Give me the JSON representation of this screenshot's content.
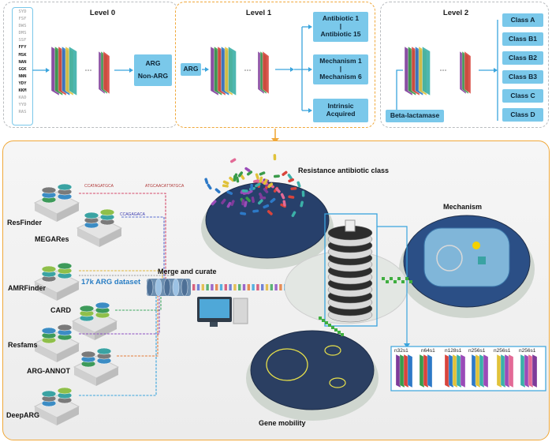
{
  "levels": {
    "level0": {
      "title": "Level 0",
      "sequence": [
        "SYD",
        "FSF",
        "DWS",
        "DMS",
        "SSF",
        "FFY",
        "MSK",
        "NAN",
        "GGK",
        "NNN",
        "YDY",
        "KKM",
        "KAD",
        "YYD",
        "RAS"
      ],
      "outputs": [
        "ARG",
        "Non-ARG"
      ]
    },
    "level1": {
      "title": "Level 1",
      "input": "ARG",
      "box_antibiotic": [
        "Antibiotic 1",
        "|",
        "Antibiotic 15"
      ],
      "box_mechanism": [
        "Mechanism 1",
        "|",
        "Mechanism 6"
      ],
      "box_intrinsic": [
        "Intrinsic",
        "Acquired"
      ]
    },
    "level2": {
      "title": "Level 2",
      "input": "Beta-lactamase",
      "classes": [
        "Class A",
        "Class B1",
        "Class B2",
        "Class B3",
        "Class C",
        "Class D"
      ]
    }
  },
  "databases": [
    "ResFinder",
    "MEGARes",
    "AMRFinder",
    "CARD",
    "Resfams",
    "ARG-ANNOT",
    "DeepARG"
  ],
  "dataset_label": "17k ARG dataset",
  "merge_label": "Merge and curate",
  "platforms": {
    "resistance": "Resistance antibiotic class",
    "mechanism": "Mechanism",
    "mobility": "Gene mobility"
  },
  "layer_labels": [
    "n32s1",
    "n64s1",
    "n128s1",
    "n256s1",
    "n256s1",
    "n256s1"
  ],
  "seq_snippets": {
    "resfinder_a": "CCATAGATGCA",
    "resfinder_b": "ATGCAACATTATGCA",
    "megares": "CCAGAGACA"
  },
  "colors": {
    "box_blue": "#7ac8ea",
    "dashed_grey": "#b9bcbf",
    "orange": "#f0a83a",
    "arrow_blue": "#3aa4dd"
  }
}
